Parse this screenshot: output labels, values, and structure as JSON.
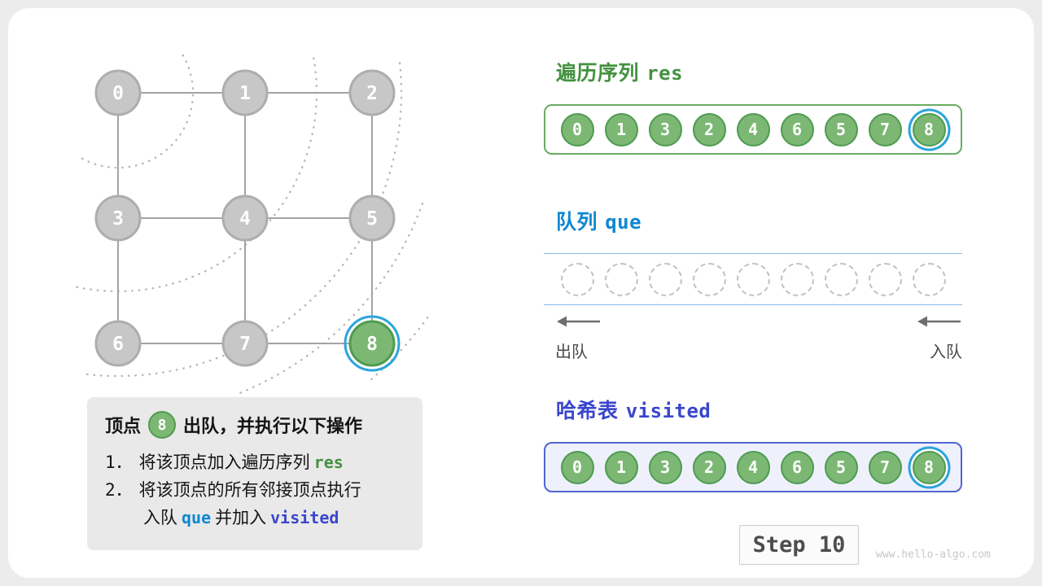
{
  "graph": {
    "vertices": [
      {
        "label": "0",
        "state": "visited"
      },
      {
        "label": "1",
        "state": "visited"
      },
      {
        "label": "2",
        "state": "visited"
      },
      {
        "label": "3",
        "state": "visited"
      },
      {
        "label": "4",
        "state": "visited"
      },
      {
        "label": "5",
        "state": "visited"
      },
      {
        "label": "6",
        "state": "visited"
      },
      {
        "label": "7",
        "state": "visited"
      },
      {
        "label": "8",
        "state": "current"
      }
    ]
  },
  "res": {
    "title_zh": "遍历序列",
    "title_code": "res",
    "items": [
      {
        "label": "0",
        "highlight": false
      },
      {
        "label": "1",
        "highlight": false
      },
      {
        "label": "3",
        "highlight": false
      },
      {
        "label": "2",
        "highlight": false
      },
      {
        "label": "4",
        "highlight": false
      },
      {
        "label": "6",
        "highlight": false
      },
      {
        "label": "5",
        "highlight": false
      },
      {
        "label": "7",
        "highlight": false
      },
      {
        "label": "8",
        "highlight": true
      }
    ]
  },
  "queue": {
    "title_zh": "队列",
    "title_code": "que",
    "slot_count": 9,
    "dequeue_label": "出队",
    "enqueue_label": "入队"
  },
  "visited": {
    "title_zh": "哈希表",
    "title_code": "visited",
    "items": [
      {
        "label": "0",
        "highlight": false
      },
      {
        "label": "1",
        "highlight": false
      },
      {
        "label": "3",
        "highlight": false
      },
      {
        "label": "2",
        "highlight": false
      },
      {
        "label": "4",
        "highlight": false
      },
      {
        "label": "6",
        "highlight": false
      },
      {
        "label": "5",
        "highlight": false
      },
      {
        "label": "7",
        "highlight": false
      },
      {
        "label": "8",
        "highlight": true
      }
    ]
  },
  "note": {
    "heading_prefix": "顶点",
    "heading_vertex": "8",
    "heading_suffix": "出队，并执行以下操作",
    "lines": {
      "l1_num": "1．",
      "l1_text": "将该顶点加入遍历序列",
      "l1_code": "res",
      "l2_num": "2．",
      "l2_text": "将该顶点的所有邻接顶点执行",
      "l3_pre": "入队",
      "l3_code1": "que",
      "l3_mid": "并加入",
      "l3_code2": "visited"
    }
  },
  "step_label": "Step 10",
  "watermark": "www.hello-algo.com",
  "colors": {
    "green": "#449140",
    "blue": "#0d87d1",
    "indigo": "#3a46cb",
    "node_green": "#7cb874",
    "node_green_border": "#4e9b50",
    "node_gray": "#c7c7c7",
    "highlight_ring": "#2ba3db"
  }
}
